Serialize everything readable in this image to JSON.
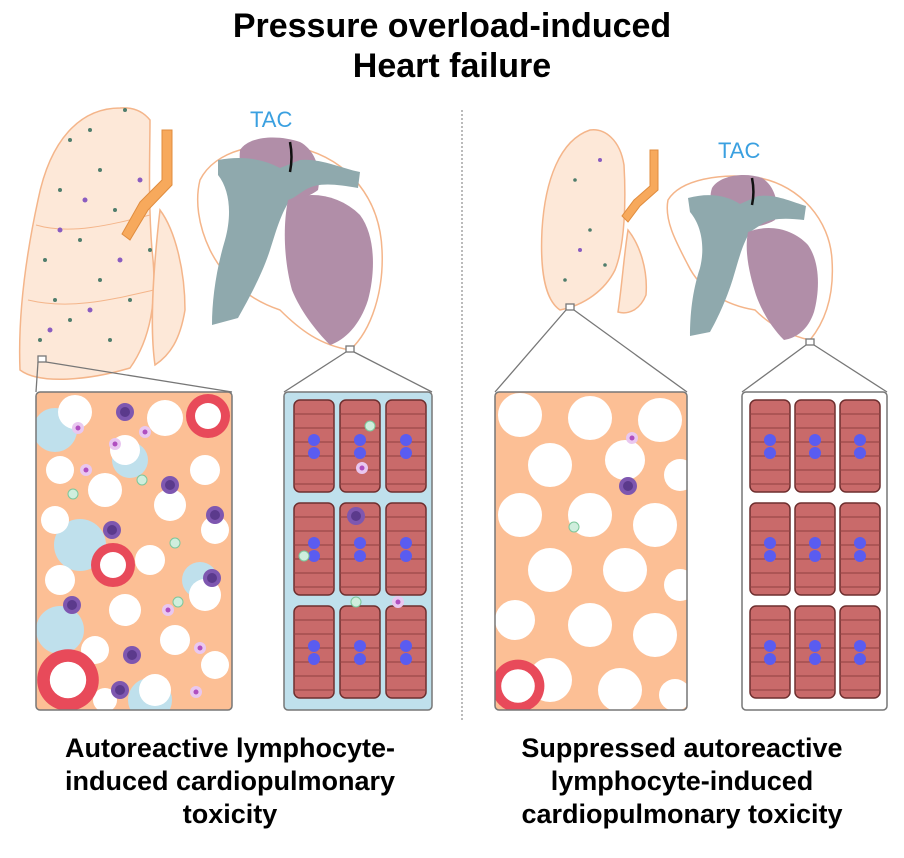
{
  "title": {
    "line1": "Pressure overload-induced",
    "line2": "Heart failure"
  },
  "left_panel": {
    "tac_label": "TAC",
    "caption": [
      "Autoreactive lymphocyte-",
      "induced cardiopulmonary",
      "toxicity"
    ]
  },
  "right_panel": {
    "tac_label": "TAC",
    "caption": [
      "Suppressed autoreactive",
      "lymphocyte-induced",
      "cardiopulmonary toxicity"
    ]
  },
  "colors": {
    "lung_fill": "#fde8d8",
    "lung_stroke": "#f4b58a",
    "bronchus": "#f7a95c",
    "heart_slate": "#8fa9ad",
    "heart_mauve": "#b18ea8",
    "alveolar_tissue": "#fcbf95",
    "myocyte": "#c96a6a",
    "nucleus": "#5a5cf0",
    "lymphocyte": "#7e57b0",
    "infiltrate": "#bfe0ec",
    "vessel": "#e84a5a"
  }
}
